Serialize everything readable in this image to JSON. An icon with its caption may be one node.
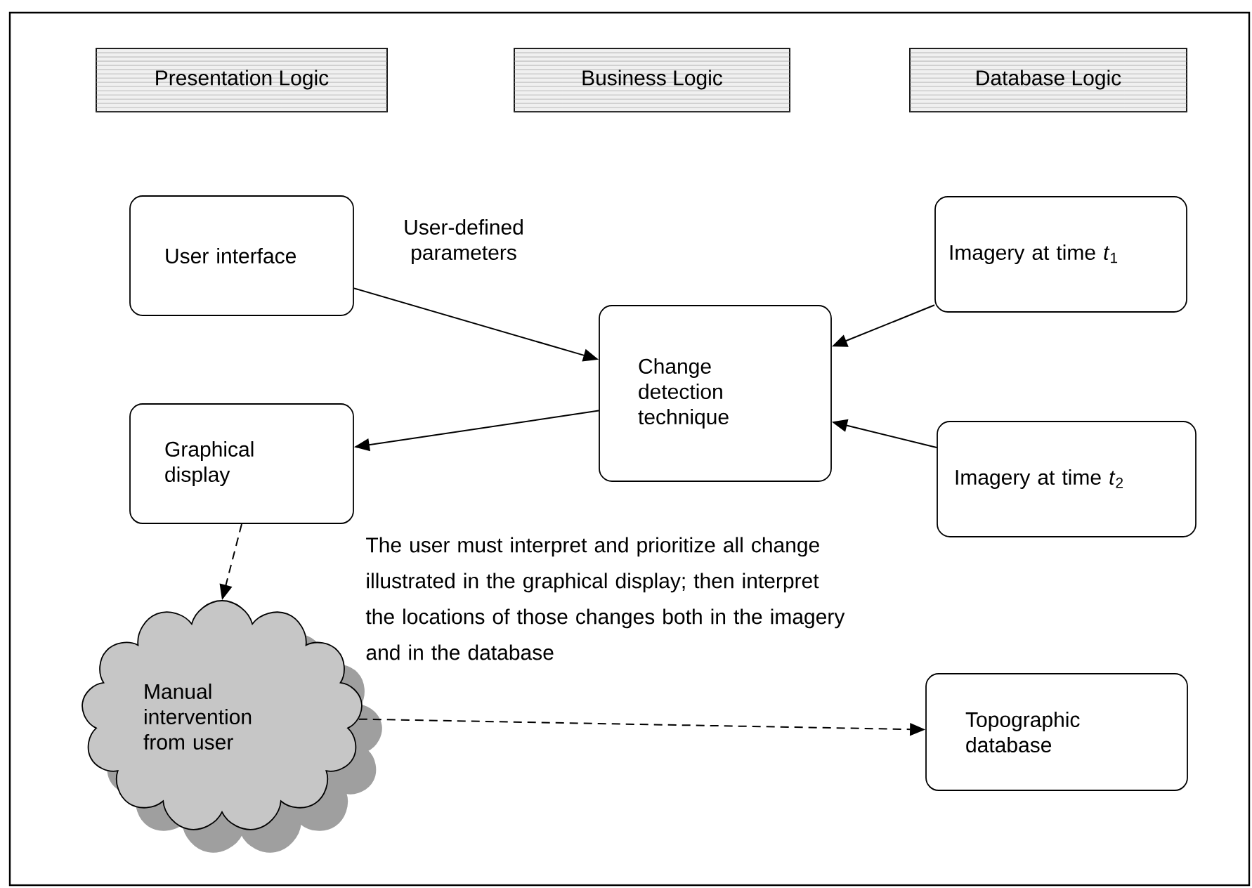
{
  "diagram": {
    "nodes": [
      {
        "text": [
          "Presentation Logic"
        ]
      },
      {
        "text": [
          "Business Logic"
        ]
      },
      {
        "text": [
          "Database Logic"
        ]
      },
      {
        "text": [
          "User interface"
        ]
      },
      {
        "text": [
          "Change detection technique"
        ]
      },
      {
        "text": [
          "Imagery at time *t*$_{1}$"
        ]
      },
      {
        "text": [
          "Graphical display"
        ]
      },
      {
        "text": [
          "Imagery at time *t*$_{2}$"
        ]
      },
      {
        "text": [
          "Manual intervention from user"
        ]
      },
      {
        "text": [
          "Topographic database"
        ]
      }
    ],
    "edges": [
      {
        "from": 3,
        "to": 4,
        "arrow": "to",
        "label": "User-defined parameters"
      },
      {
        "from": 5,
        "to": 4,
        "arrow": "to"
      },
      {
        "from": 7,
        "to": 4,
        "arrow": "to"
      },
      {
        "from": 4,
        "to": 6,
        "arrow": "to"
      },
      {
        "from": 6,
        "to": 8,
        "arrow": "to",
        "style": "dashed"
      },
      {
        "from": 8,
        "to": 9,
        "arrow": "to",
        "style": "dashed"
      }
    ],
    "labels": [
      "The user must interpret and prioritize all change illustrated in the graphical display; then interpret the locations of those changes both in the imagery and in the database"
    ]
  }
}
